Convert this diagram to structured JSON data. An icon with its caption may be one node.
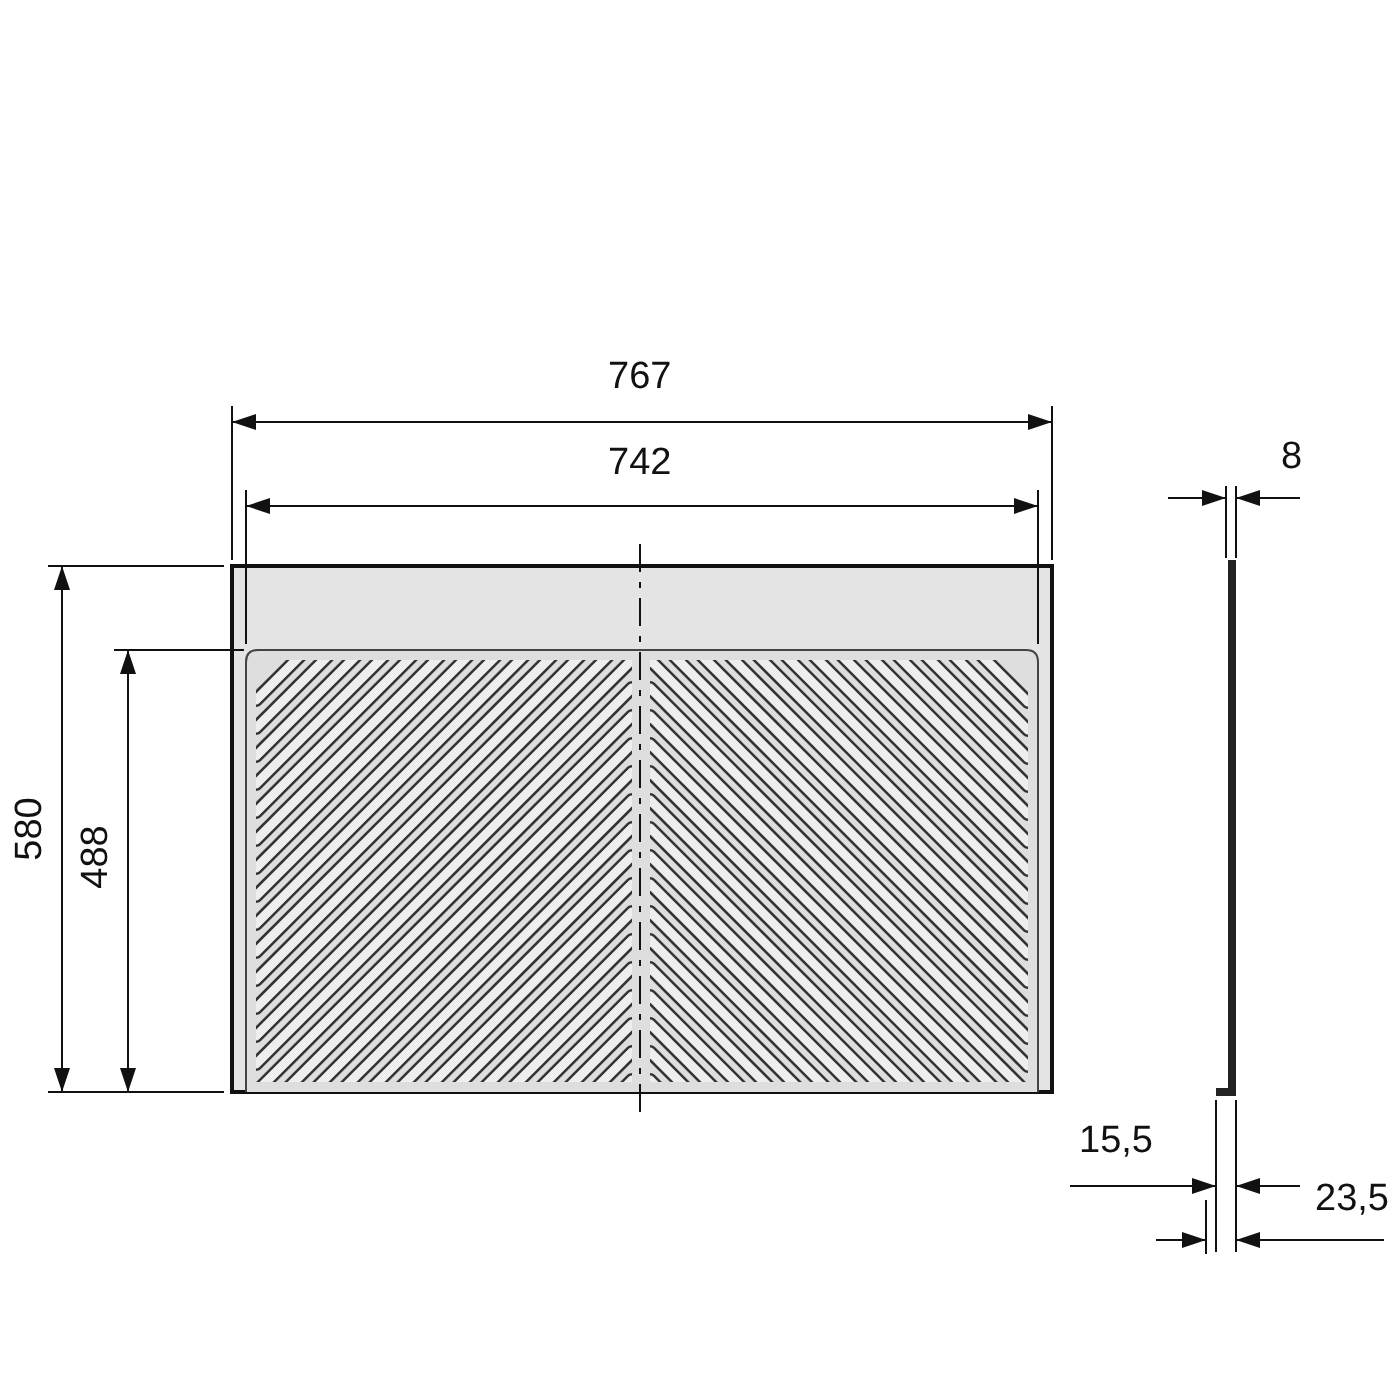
{
  "diagram": {
    "labels": [
      "767",
      "742",
      "580",
      "488",
      "8",
      "15,5",
      "23,5"
    ]
  }
}
